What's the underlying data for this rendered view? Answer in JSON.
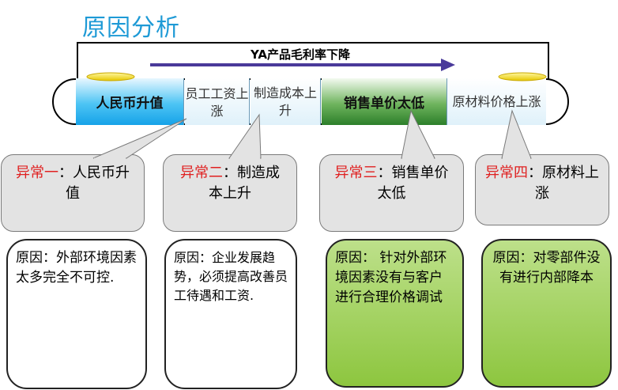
{
  "title": "原因分析",
  "banner": {
    "text": "YA产品毛利率下降"
  },
  "segments": [
    {
      "label": "人民币升值"
    },
    {
      "label": "员工工资上涨"
    },
    {
      "label": "制造成本上升"
    },
    {
      "label": "销售单价太低"
    },
    {
      "label": "原材料价格上涨"
    }
  ],
  "anomalies": [
    {
      "tag": "异常一",
      "text": "：人民币升值"
    },
    {
      "tag": "异常二",
      "text": "：制造成本上升"
    },
    {
      "tag": "异常三",
      "text": "：销售单价太低"
    },
    {
      "tag": "异常四",
      "text": "：原材料上涨"
    }
  ],
  "reasons": [
    {
      "text": "原因：外部环境因素太多完全不可控."
    },
    {
      "text": "原因：企业发展趋势，必须提高改善员工待遇和工资."
    },
    {
      "text": "原因： 针对外部环境因素没有与客户进行合理价格调试"
    },
    {
      "text": "原因：对零部件没有进行内部降本"
    }
  ],
  "colors": {
    "title": "#1e9ad6",
    "accent_red": "#e02020",
    "arrow": "#4a3a9a"
  }
}
